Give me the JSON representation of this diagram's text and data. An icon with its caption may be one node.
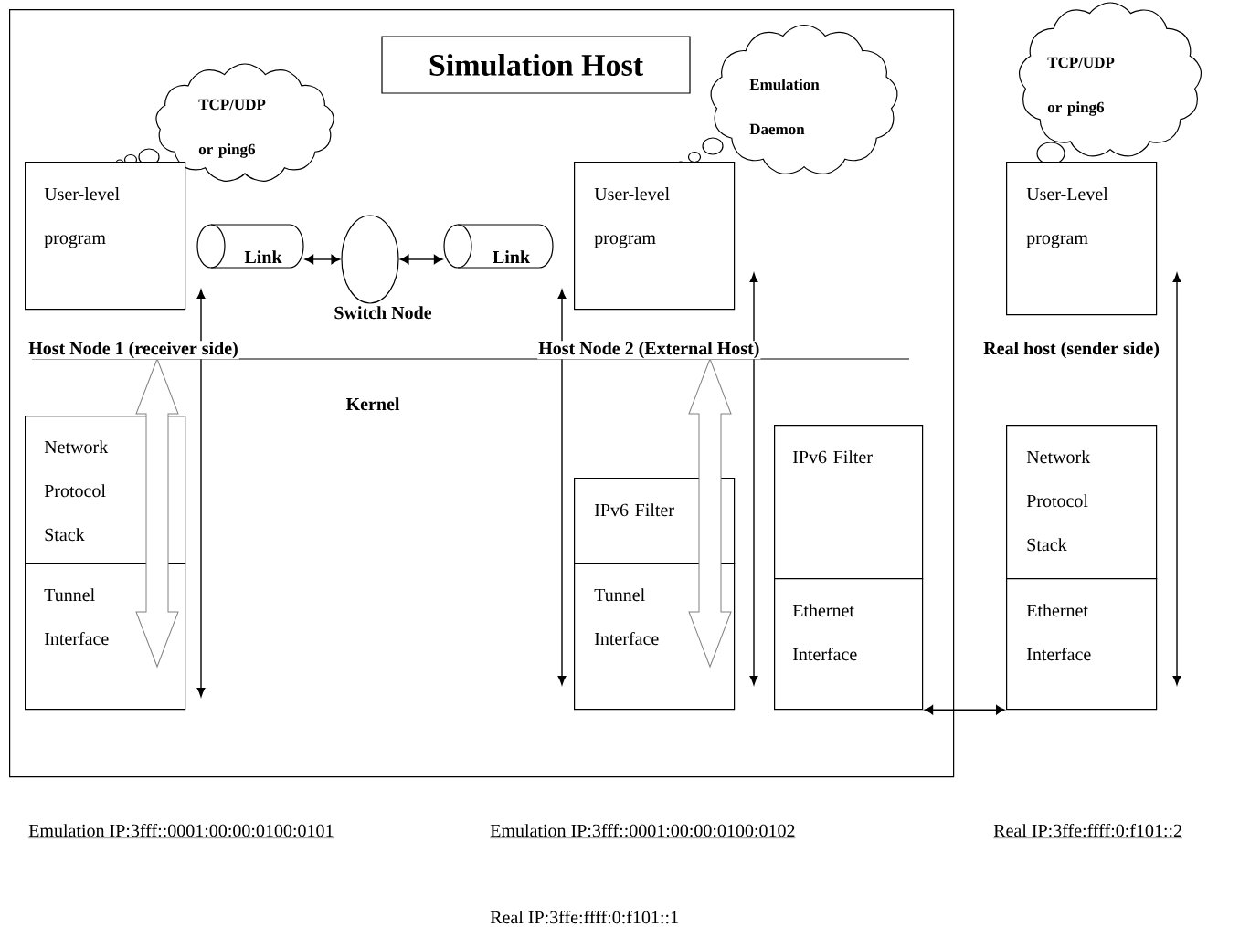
{
  "diagram": {
    "nodes": [
      {
        "text": [],
        "shape": "box"
      },
      {
        "text": [
          "Simulation Host"
        ],
        "in": 0
      },
      {
        "text": [
          "TCP/UDP or ping6"
        ],
        "in": 0
      },
      {
        "text": [
          "User-level program"
        ],
        "in": 0
      },
      {
        "text": [
          "Link"
        ],
        "in": 0
      },
      {
        "text": [
          "Switch Node"
        ],
        "in": 0
      },
      {
        "text": [
          "Link"
        ],
        "in": 0
      },
      {
        "text": [
          "Emulation Daemon"
        ],
        "in": 0
      },
      {
        "text": [
          "User-level program"
        ],
        "in": 0
      },
      {
        "text": [
          "Network Protocol Stack"
        ],
        "in": 0
      },
      {
        "text": [
          "Tunnel Interface"
        ],
        "in": 0
      },
      {
        "text": [
          "IPv6 Filter"
        ],
        "in": 0
      },
      {
        "text": [
          "Tunnel Interface"
        ],
        "in": 0
      },
      {
        "text": [
          "IPv6 Filter"
        ],
        "in": 0
      },
      {
        "text": [
          "Ethernet Interface"
        ],
        "in": 0
      },
      {
        "text": [
          "TCP/UDP or ping6"
        ]
      },
      {
        "text": [
          "User-Level program"
        ]
      },
      {
        "text": [
          "Network Protocol Stack"
        ]
      },
      {
        "text": [
          "Ethernet Interface"
        ]
      }
    ],
    "edges": [
      {
        "from": 4,
        "to": 5,
        "arrow": "both"
      },
      {
        "from": 5,
        "to": 6,
        "arrow": "both"
      },
      {
        "from": 14,
        "to": 18,
        "arrow": "both"
      }
    ],
    "labels": [
      "Host Node 1 (receiver side)",
      "Host Node 2 (External Host)",
      "Real host (sender side)",
      "Kernel",
      "Emulation IP:3fff::0001:00:00:0100:0101",
      "Emulation IP:3fff::0001:00:00:0100:0102",
      "Real IP:3ffe:ffff:0:f101::2",
      "Real IP:3ffe:ffff:0:f101::1"
    ]
  }
}
